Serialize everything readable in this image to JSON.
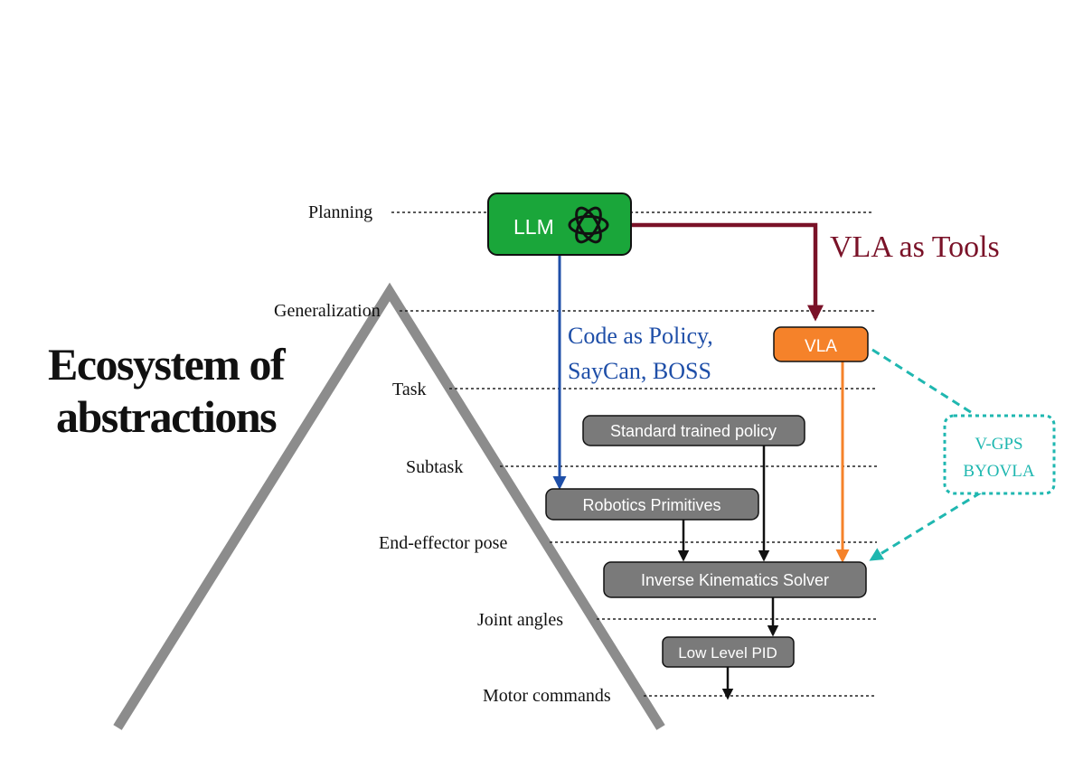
{
  "title": [
    "Ecosystem of",
    "abstractions"
  ],
  "levels": [
    "Planning",
    "Generalization",
    "Task",
    "Subtask",
    "End-effector pose",
    "Joint angles",
    "Motor commands"
  ],
  "boxes": {
    "llm": "LLM",
    "vla": "VLA",
    "standard_policy": "Standard trained policy",
    "robotics_primitives": "Robotics Primitives",
    "ik_solver": "Inverse Kinematics Solver",
    "low_level_pid": "Low Level PID",
    "vgps": [
      "V-GPS",
      "BYOVLA"
    ]
  },
  "annotations": {
    "vla_as_tools": "VLA as Tools",
    "code_as_policy": [
      "Code as Policy,",
      "SayCan, BOSS"
    ]
  },
  "icons": {
    "openai_logo": "openai-logo-icon"
  },
  "colors": {
    "llm": "#1aa63a",
    "vla": "#f5822a",
    "gray_box": "#7a7a7a",
    "maroon": "#7a1228",
    "blue": "#1f4fa8",
    "teal": "#1fb7b0",
    "pyramid": "#8c8c8c"
  }
}
